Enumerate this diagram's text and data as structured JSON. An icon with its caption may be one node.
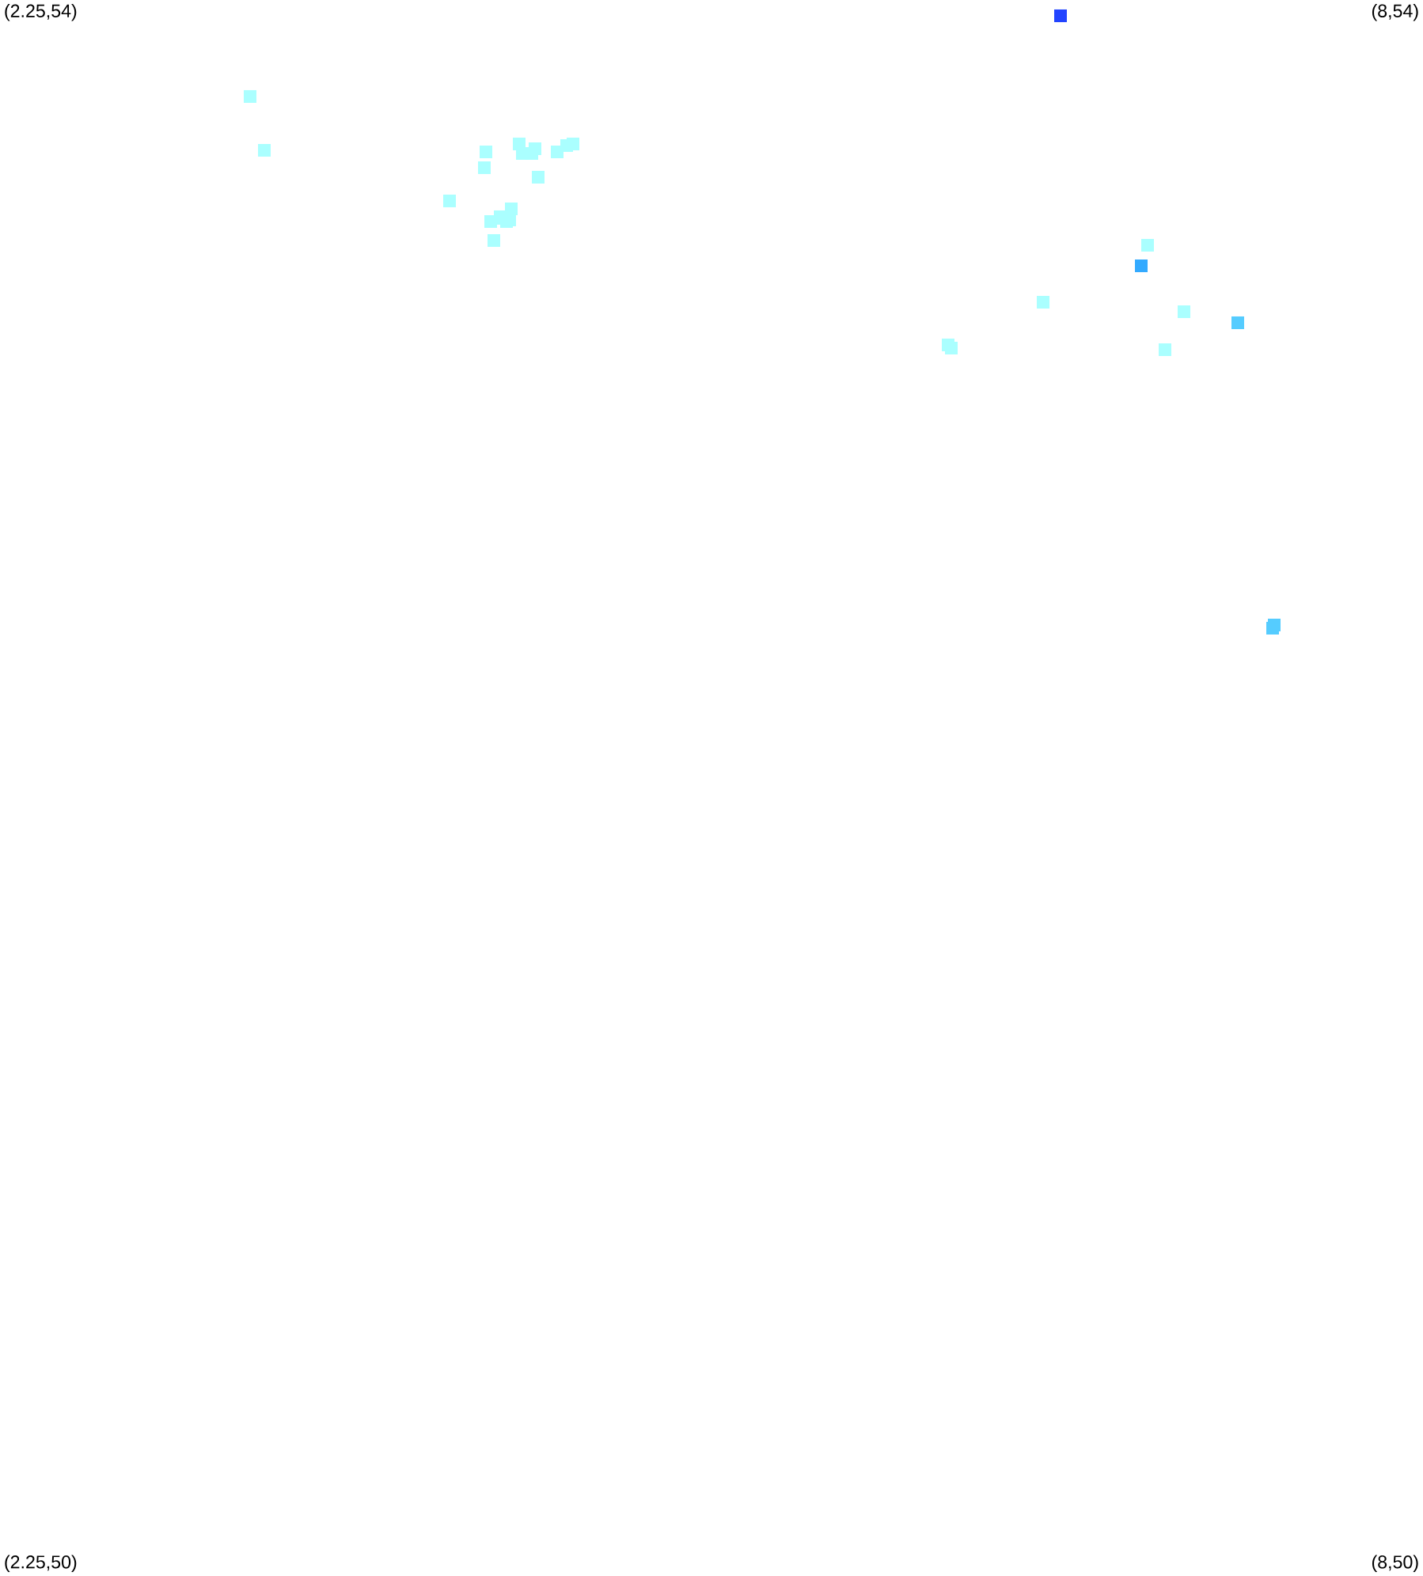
{
  "diagram": {
    "labels": [
      "(2.25,54)",
      "(8,54)",
      "(2.25,50)",
      "(8,50)"
    ]
  }
}
